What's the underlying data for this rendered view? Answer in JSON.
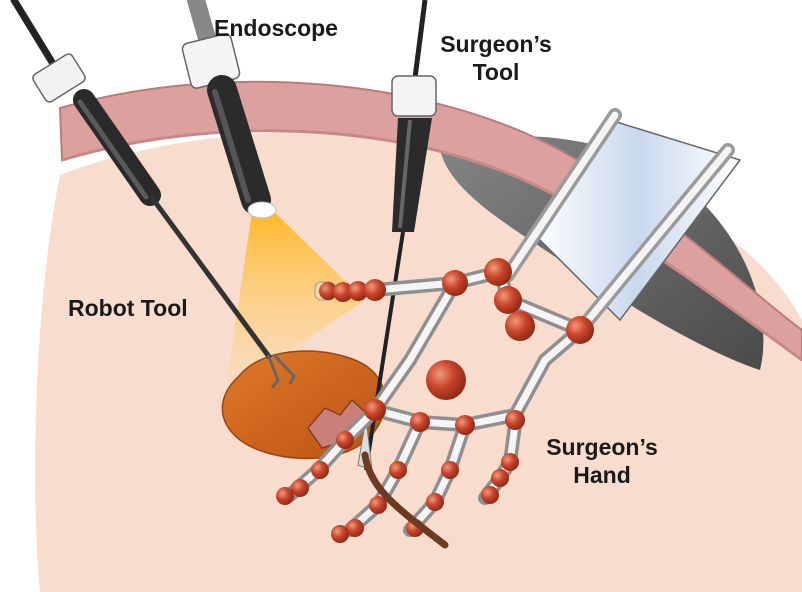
{
  "labels": {
    "endoscope": "Endoscope",
    "surgeons_tool_line1": "Surgeon’s",
    "surgeons_tool_line2": "Tool",
    "robot_tool": "Robot Tool",
    "surgeons_hand_line1": "Surgeon’s",
    "surgeons_hand_line2": "Hand"
  },
  "colors": {
    "tissue": "#f7dccd",
    "abdominal_wall": "#d99a98",
    "organ_dark": "#6b6b6b",
    "tumor": "#d2691e",
    "joint_marker": "#c0392b",
    "glove_blue": "#dfe8f4",
    "light_cone": "#ffc94d"
  }
}
